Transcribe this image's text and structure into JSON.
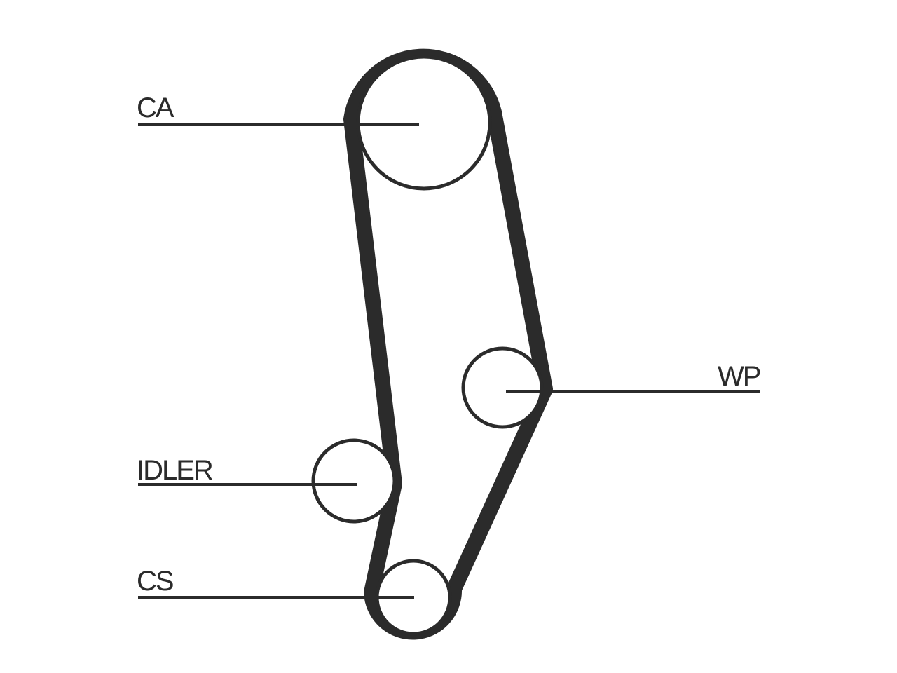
{
  "colors": {
    "line": "#2b2b2b",
    "background": "#ffffff"
  },
  "labels": {
    "camshaft": "CA",
    "water_pump": "WP",
    "idler": "IDLER",
    "crankshaft": "CS"
  }
}
